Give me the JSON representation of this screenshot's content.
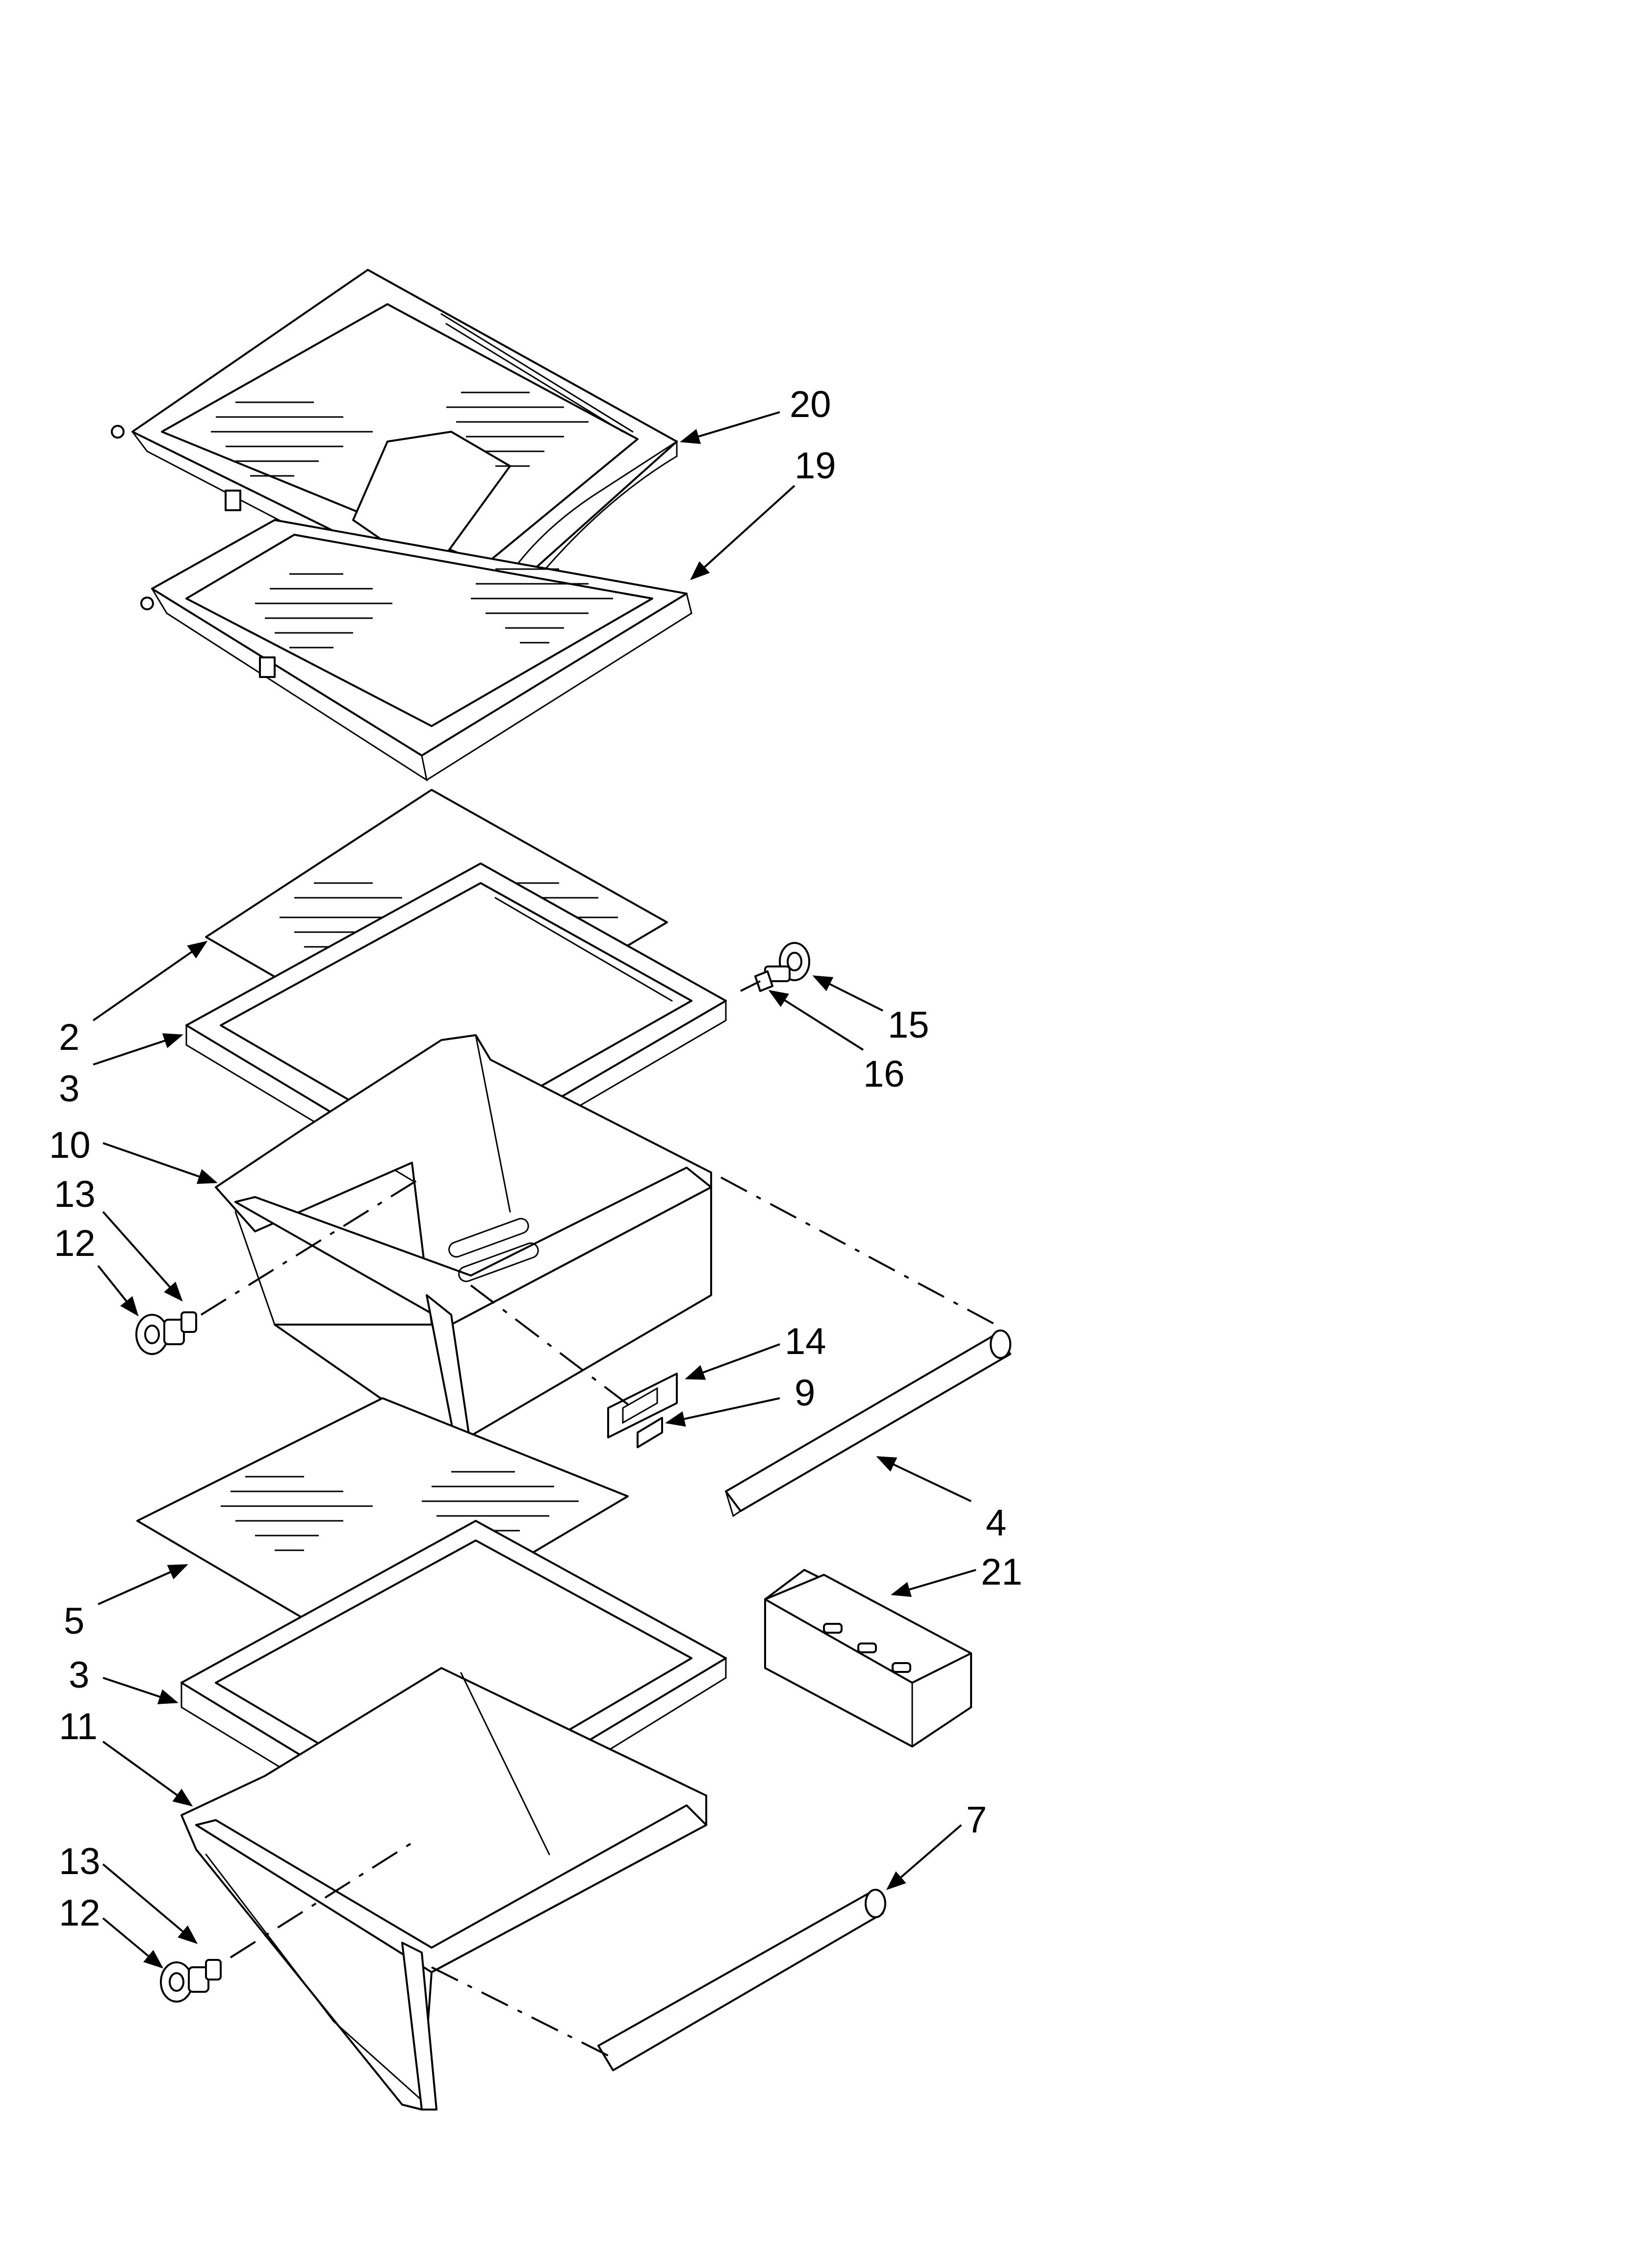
{
  "callouts": [
    {
      "id": "c20",
      "text": "20"
    },
    {
      "id": "c19",
      "text": "19"
    },
    {
      "id": "c2",
      "text": "2"
    },
    {
      "id": "c3a",
      "text": "3"
    },
    {
      "id": "c10",
      "text": "10"
    },
    {
      "id": "c13a",
      "text": "13"
    },
    {
      "id": "c12a",
      "text": "12"
    },
    {
      "id": "c15",
      "text": "15"
    },
    {
      "id": "c16",
      "text": "16"
    },
    {
      "id": "c14",
      "text": "14"
    },
    {
      "id": "c9",
      "text": "9"
    },
    {
      "id": "c4",
      "text": "4"
    },
    {
      "id": "c21",
      "text": "21"
    },
    {
      "id": "c5",
      "text": "5"
    },
    {
      "id": "c3b",
      "text": "3"
    },
    {
      "id": "c11",
      "text": "11"
    },
    {
      "id": "c13b",
      "text": "13"
    },
    {
      "id": "c12b",
      "text": "12"
    },
    {
      "id": "c7",
      "text": "7"
    }
  ],
  "colors": {
    "line": "#000000",
    "background": "#ffffff"
  }
}
